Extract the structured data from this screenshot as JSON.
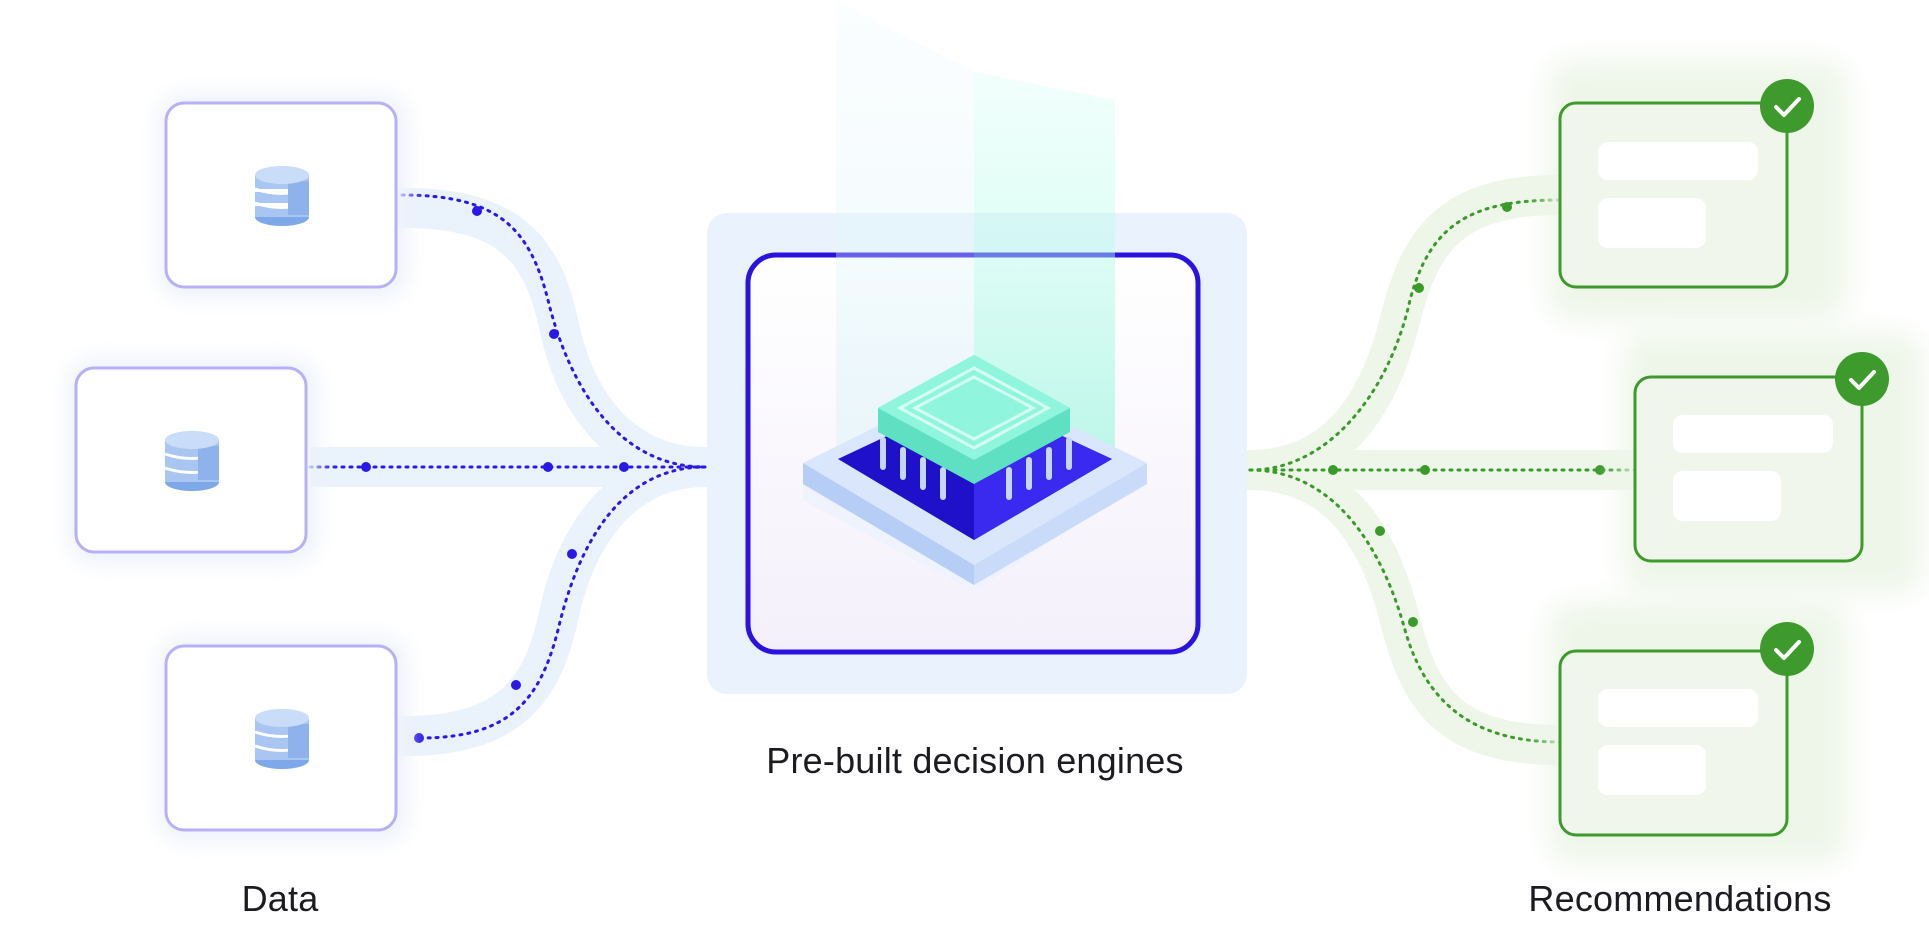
{
  "labels": {
    "data": "Data",
    "engine": "Pre-built decision engines",
    "recommendations": "Recommendations"
  },
  "colors": {
    "input_flow": "#2a19e6",
    "output_flow": "#3a9a2a",
    "engine_border": "#2a12e0",
    "chip_top": "#7ff0d6",
    "chip_base": "#3a2af0",
    "source_border": "#b7b0f5",
    "recommendation_border": "#3e9a2c"
  },
  "icons": {
    "source": "database-icon",
    "engine": "processor-chip-icon",
    "recommendation": "check-badge-icon"
  }
}
